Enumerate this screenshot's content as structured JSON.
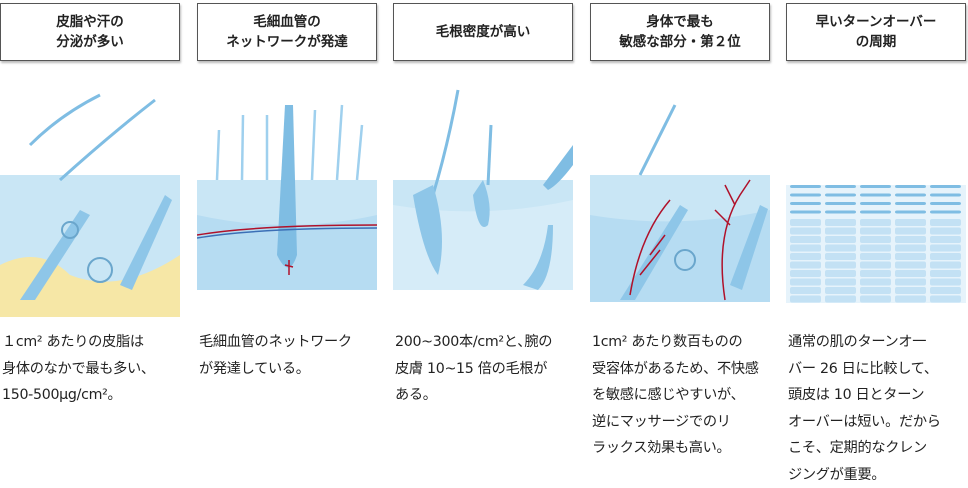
{
  "columns": [
    {
      "title": [
        "皮脂や汗の",
        "分泌が多い"
      ],
      "body": [
        "１cm² あたりの皮脂は",
        "身体のなかで最も多い、",
        "150-500μg/cm²。"
      ]
    },
    {
      "title": [
        "毛細血管の",
        "ネットワークが発達"
      ],
      "body": [
        "毛細血管のネットワーク",
        "が発達している。"
      ]
    },
    {
      "title": [
        "毛根密度が高い"
      ],
      "body": [
        "200~300本/cm²と､腕の",
        "皮膚 10~15 倍の毛根が",
        "ある。"
      ]
    },
    {
      "title": [
        "身体で最も",
        "敏感な部分・第２位"
      ],
      "body": [
        "1cm² あたり数百ものの",
        "受容体があるため、不快感",
        "を敏感に感じやすいが、",
        "逆にマッサージでのリ",
        "ラックス効果も高い。"
      ]
    },
    {
      "title": [
        "早いターンオーバー",
        "の周期"
      ],
      "body": [
        "通常の肌のターンオ一",
        "バー 26 日に比較して、",
        "頭皮は 10 日とターン",
        "オーバーは短い。だから",
        "こそ、定期的なクレン",
        "ジングが重要。"
      ]
    }
  ],
  "colors": {
    "skin": "#c9e6f5",
    "deep": "#a9d4ee",
    "hair": "#7fbde3",
    "fat": "#f6e7a6",
    "vessel": "#b0112a"
  }
}
